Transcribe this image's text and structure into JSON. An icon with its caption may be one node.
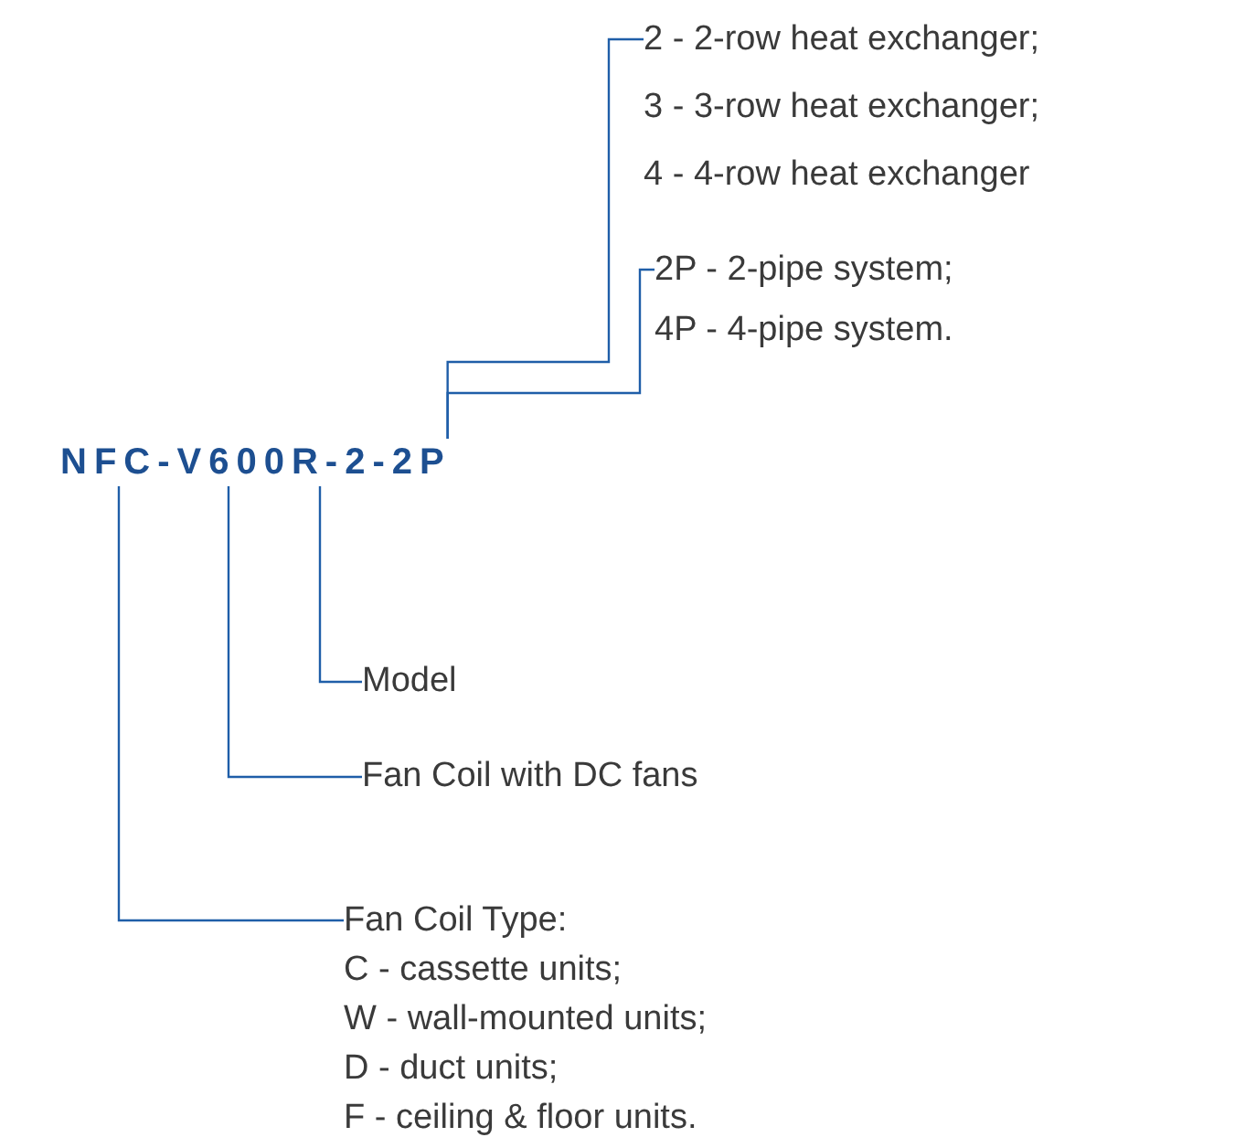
{
  "diagram": {
    "nodes": [
      {
        "text": [
          "NFC-V600R-2-2P"
        ]
      },
      {
        "text": [
          "2 - 2-row heat exchanger;",
          "3 - 3-row heat exchanger;",
          "4 - 4-row heat exchanger"
        ]
      },
      {
        "text": [
          "2P - 2-pipe system;",
          "4P - 4-pipe system."
        ]
      },
      {
        "text": [
          "Model"
        ]
      },
      {
        "text": [
          "Fan Coil with DC fans"
        ]
      },
      {
        "text": [
          "Fan Coil Type:",
          "C - cassette units;",
          "W - wall-mounted units;",
          "D - duct units;",
          "F - ceiling & floor units."
        ]
      }
    ],
    "edges": [
      {
        "from": 0,
        "to": 1,
        "arrow": "none"
      },
      {
        "from": 0,
        "to": 2,
        "arrow": "none"
      },
      {
        "from": 0,
        "to": 3,
        "arrow": "none"
      },
      {
        "from": 0,
        "to": 4,
        "arrow": "none"
      },
      {
        "from": 0,
        "to": 5,
        "arrow": "none"
      }
    ]
  }
}
